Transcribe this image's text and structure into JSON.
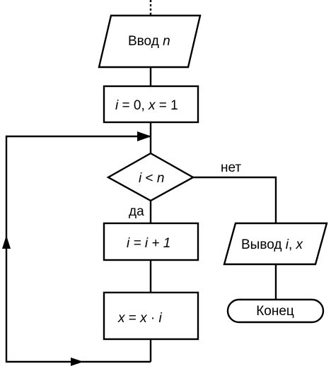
{
  "input_block": {
    "label": "Ввод ",
    "var": "n"
  },
  "init_block": {
    "var_i": "i",
    "eq_zero": " = 0, ",
    "var_x": "x",
    "eq_one": " = 1"
  },
  "condition": {
    "var_i": "i",
    "op": " < ",
    "var_n": "n"
  },
  "branch_yes": "да",
  "branch_no": "нет",
  "increment_block": {
    "text": "i = i + 1"
  },
  "multiply_block": {
    "lhs": "x",
    "eq": " = ",
    "rhs1": "x",
    "dot": " · ",
    "rhs2": "i"
  },
  "output_block": {
    "label": "Вывод ",
    "var_i": "i",
    "comma": ", ",
    "var_x": "x"
  },
  "end_block": {
    "label": "Конец"
  },
  "colors": {
    "stroke": "#000000",
    "fill": "#ffffff"
  }
}
